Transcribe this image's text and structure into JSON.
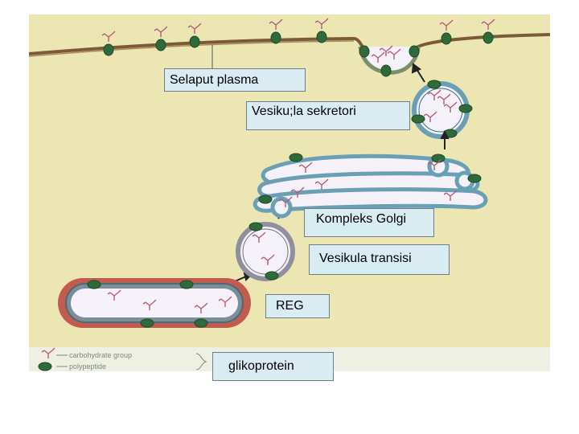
{
  "labels": {
    "plasma_membrane": "Selaput plasma",
    "secretory_vesicle": "Vesiku;la sekretori",
    "golgi_complex": "Kompleks Golgi",
    "transition_vesicle": "Vesikula transisi",
    "reg": "REG",
    "glycoprotein": "glikoprotein"
  },
  "legend": {
    "items": [
      {
        "label": "carbohydrate group",
        "icon": "carbohydrate-icon"
      },
      {
        "label": "polypeptide",
        "icon": "polypeptide-icon"
      }
    ]
  },
  "colors": {
    "background": "#ece6b3",
    "membrane": "#7a8f6a",
    "vesicle_fill": "#f4f2f8",
    "golgi_outer": "#6aa0b6",
    "polypeptide": "#2f6b3a",
    "carbohydrate": "#b75a78",
    "reg_granule": "#c25b50",
    "label_box": "#d8ecf2"
  }
}
